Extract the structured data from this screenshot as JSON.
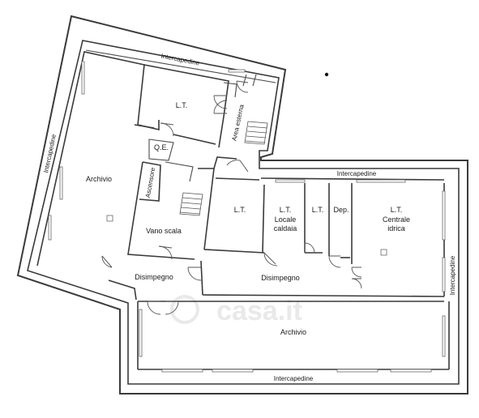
{
  "floor_plan": {
    "rooms": [
      {
        "id": "intercapedine-top-left",
        "label": "Intercapedine"
      },
      {
        "id": "intercapedine-left",
        "label": "Intercapedine"
      },
      {
        "id": "archivio-left",
        "label": "Archivio"
      },
      {
        "id": "lt-top",
        "label": "L.T."
      },
      {
        "id": "area-esterna",
        "label": "Area esterna"
      },
      {
        "id": "qe",
        "label": "Q.E."
      },
      {
        "id": "ascensore",
        "label": "Ascensore"
      },
      {
        "id": "vano-scala",
        "label": "Vano scala"
      },
      {
        "id": "disimpegno-left",
        "label": "Disimpegno"
      },
      {
        "id": "intercapedine-top-right",
        "label": "Intercapedine"
      },
      {
        "id": "lt-1",
        "label": "L.T."
      },
      {
        "id": "locale-caldaia",
        "label": "L.T.",
        "label2": "Locale",
        "label3": "caldaia"
      },
      {
        "id": "lt-2",
        "label": "L.T."
      },
      {
        "id": "dep",
        "label": "Dep."
      },
      {
        "id": "centrale-idrica",
        "label": "L.T.",
        "label2": "Centrale",
        "label3": "idrica"
      },
      {
        "id": "intercapedine-right",
        "label": "Intercapedine"
      },
      {
        "id": "disimpegno-right",
        "label": "Disimpegno"
      },
      {
        "id": "archivio-bottom",
        "label": "Archivio"
      },
      {
        "id": "intercapedine-bottom",
        "label": "Intercapedine"
      }
    ],
    "watermark": "casa.it"
  }
}
